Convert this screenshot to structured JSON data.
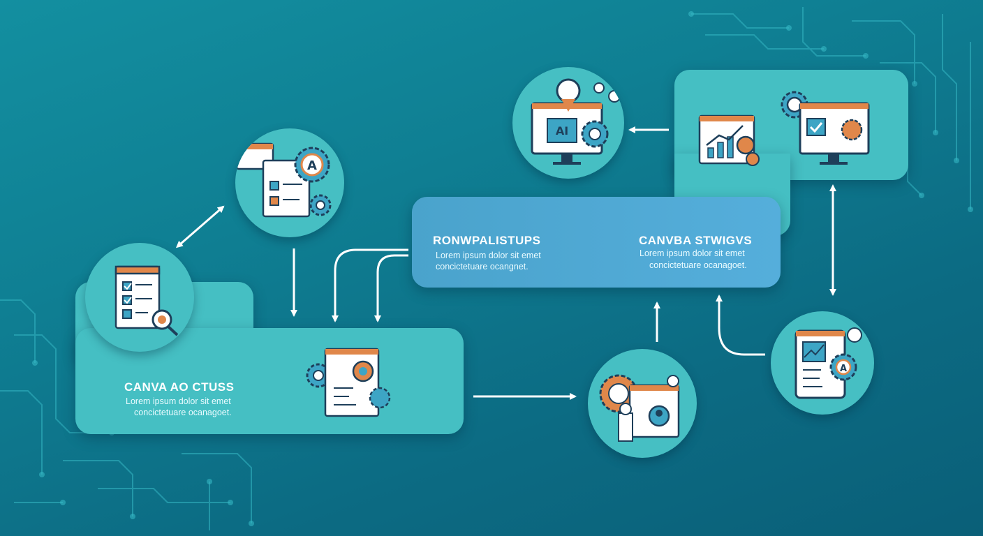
{
  "nodes": {
    "left": {
      "title": "CANVA AO CTUSS",
      "desc_line1": "Lorem ipsum dolor sit emet",
      "desc_line2": "concictetuare ocanagoet."
    },
    "center": {
      "title": "RONWPALISTUPS",
      "desc_line1": "Lorem ipsum dolor sit emet",
      "desc_line2": "concictetuare ocangnet."
    },
    "right": {
      "title": "CANVBA STWIGVS",
      "desc_line1": "Lorem ipsum dolor sit emet",
      "desc_line2": "concictetuare ocanagoet."
    }
  },
  "icon_text": {
    "ai_label": "AI",
    "gear_letter": "A"
  },
  "colors": {
    "background": "#0f7f93",
    "panel_teal": "#45bfc3",
    "panel_blue": "#4aa3cc",
    "icon_orange": "#e0874a",
    "icon_navy": "#1e3f5a",
    "arrow": "#ffffff"
  }
}
